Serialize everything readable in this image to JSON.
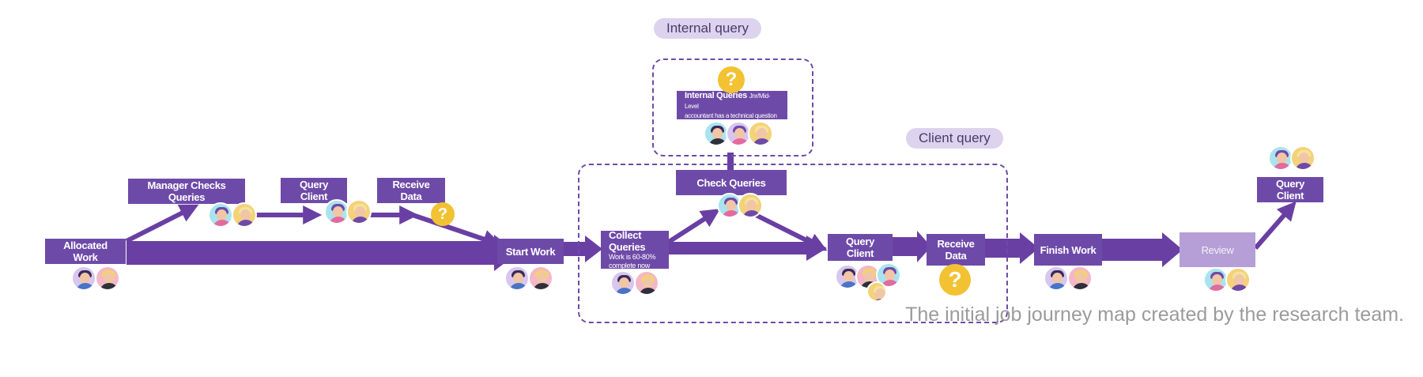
{
  "groups": {
    "internal_label": "Internal query",
    "client_label": "Client query"
  },
  "steps": {
    "allocated_work": "Allocated Work",
    "manager_checks_queries": "Manager Checks Queries",
    "query_client_1": "Query Client",
    "receive_data_1": "Receive Data",
    "start_work": "Start Work",
    "collect_queries": "Collect Queries",
    "collect_queries_sub": "Work is 60-80% complete now",
    "internal_queries": "Internal Queries",
    "internal_queries_tag": "Jnr/Mid-Level",
    "internal_queries_sub": "accountant has a technical question",
    "check_queries": "Check Queries",
    "query_client_2": "Query Client",
    "receive_data_2": "Receive Data",
    "finish_work": "Finish Work",
    "review": "Review",
    "query_client_3": "Query Client"
  },
  "icons": {
    "question": "?"
  },
  "colors": {
    "primary": "#6e4aa8",
    "arrow": "#6a3fa3",
    "review": "#b59fd6",
    "question": "#f2c232",
    "group_label_bg": "#ddd3ee"
  },
  "caption": "The initial job journey map created by the research team."
}
